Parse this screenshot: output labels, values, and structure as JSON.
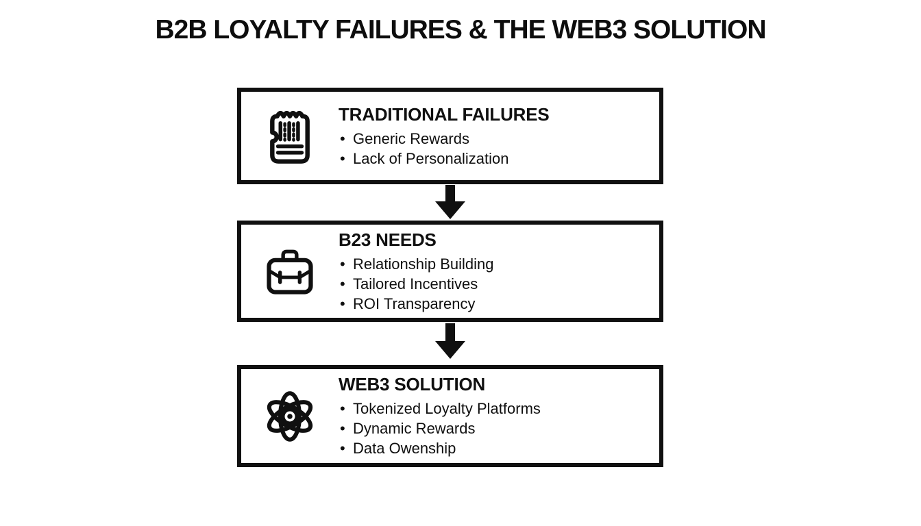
{
  "title": "B2B LOYALTY FAILURES & THE WEB3 SOLUTION",
  "colors": {
    "ink": "#101010",
    "background": "#ffffff"
  },
  "boxes": [
    {
      "icon": "receipt-icon",
      "heading": "TRADITIONAL FAILURES",
      "bullets": [
        "Generic Rewards",
        "Lack of Personalization"
      ]
    },
    {
      "icon": "briefcase-icon",
      "heading": "B23 NEEDS",
      "bullets": [
        "Relationship Building",
        "Tailored Incentives",
        "ROI Transparency"
      ]
    },
    {
      "icon": "atom-icon",
      "heading": "WEB3 SOLUTION",
      "bullets": [
        "Tokenized Loyalty Platforms",
        "Dynamic Rewards",
        "Data Owenship"
      ]
    }
  ]
}
